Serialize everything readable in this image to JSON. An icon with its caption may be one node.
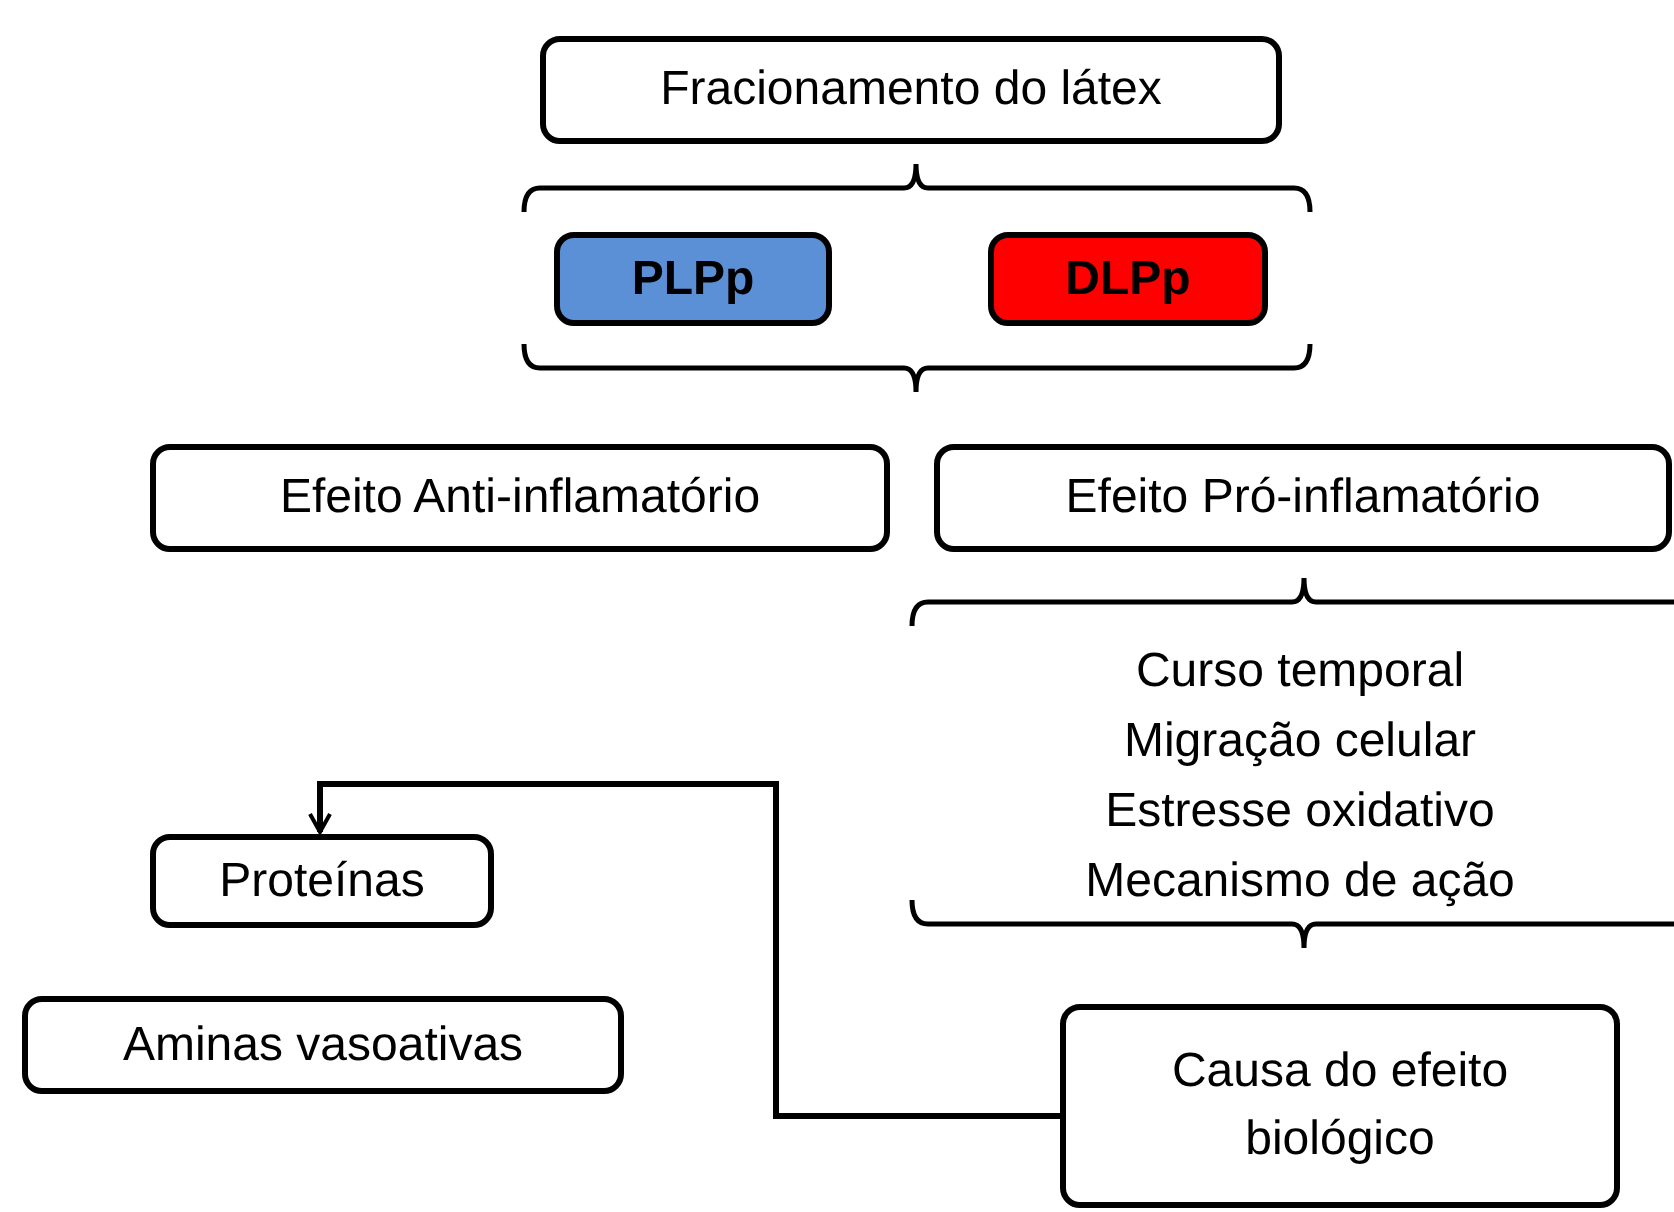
{
  "diagram": {
    "nodes": [
      {
        "text": [
          "Fracionamento do látex"
        ]
      },
      {
        "text": [
          "PLPp"
        ]
      },
      {
        "text": [
          "DLPp"
        ]
      },
      {
        "text": [
          "Efeito Anti-inflamatório"
        ]
      },
      {
        "text": [
          "Efeito Pró-inflamatório"
        ]
      },
      {
        "text": [
          "Proteínas"
        ]
      },
      {
        "text": [
          "Aminas vasoativas"
        ]
      },
      {
        "text": [
          "Causa do efeito biológico"
        ]
      }
    ],
    "edges": [
      {
        "from": 7,
        "to": 5,
        "arrow": "to"
      }
    ],
    "labels": [
      "Curso temporal",
      "Migração celular",
      "Estresse oxidativo",
      "Mecanismo de ação"
    ]
  }
}
